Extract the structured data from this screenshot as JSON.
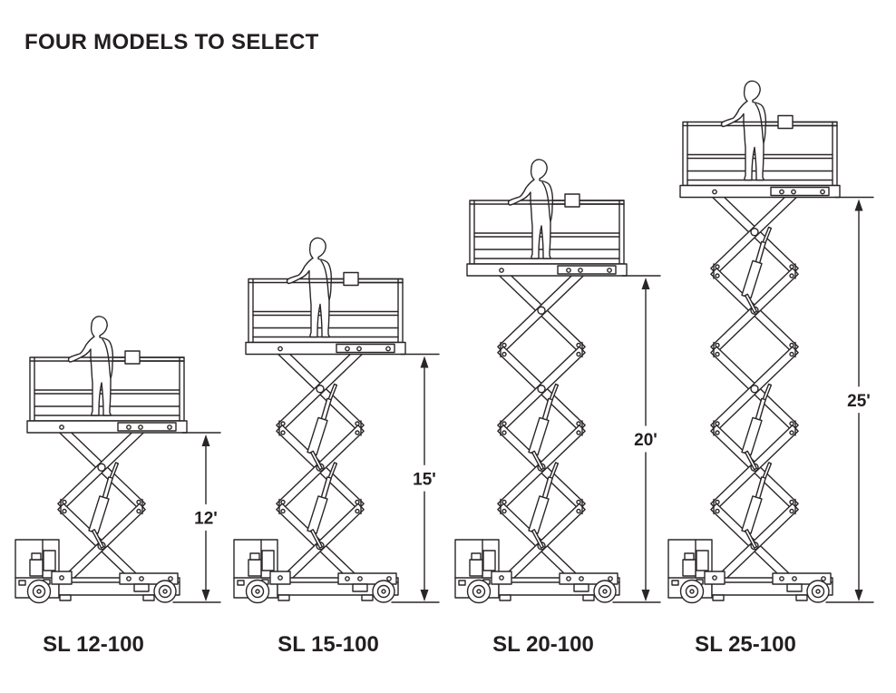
{
  "title": "FOUR MODELS TO SELECT",
  "colors": {
    "line_art": "#2a2627",
    "text": "#231f20",
    "background": "#ffffff"
  },
  "models": [
    {
      "name": "SL 12-100",
      "height_label": "12'",
      "scissor_sections": 2,
      "hydraulic_cylinders": 1
    },
    {
      "name": "SL 15-100",
      "height_label": "15'",
      "scissor_sections": 3,
      "hydraulic_cylinders": 2
    },
    {
      "name": "SL 20-100",
      "height_label": "20'",
      "scissor_sections": 4,
      "hydraulic_cylinders": 2
    },
    {
      "name": "SL 25-100",
      "height_label": "25'",
      "scissor_sections": 5,
      "hydraulic_cylinders": 3
    }
  ]
}
